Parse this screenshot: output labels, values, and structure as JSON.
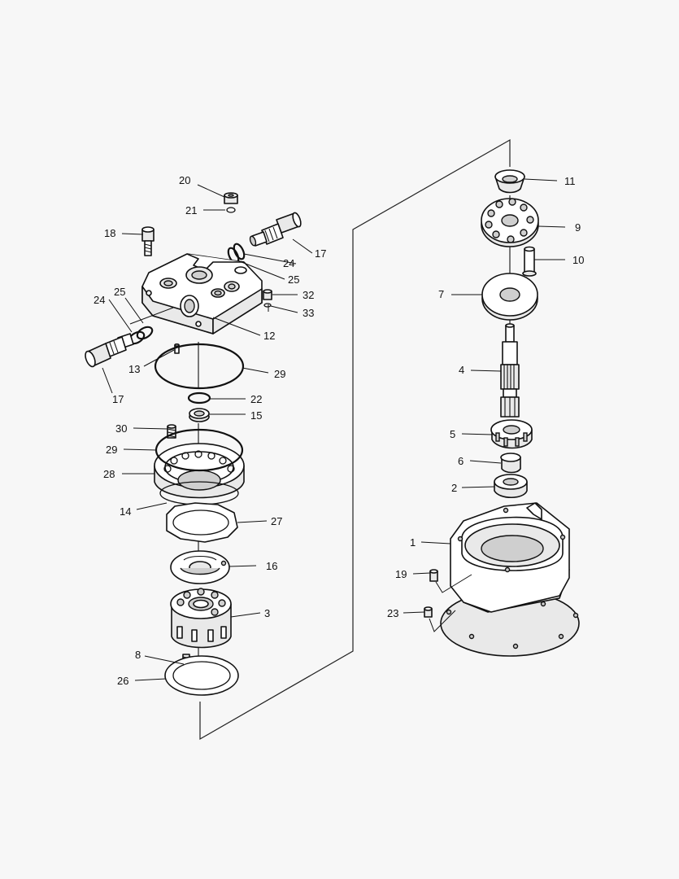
{
  "callouts": [
    {
      "id": "c20",
      "text": "20"
    },
    {
      "id": "c21",
      "text": "21"
    },
    {
      "id": "c18",
      "text": "18"
    },
    {
      "id": "c17a",
      "text": "17"
    },
    {
      "id": "c24a",
      "text": "24"
    },
    {
      "id": "c25a",
      "text": "25"
    },
    {
      "id": "c32",
      "text": "32"
    },
    {
      "id": "c33",
      "text": "33"
    },
    {
      "id": "c25b",
      "text": "25"
    },
    {
      "id": "c24b",
      "text": "24"
    },
    {
      "id": "c12",
      "text": "12"
    },
    {
      "id": "c13",
      "text": "13"
    },
    {
      "id": "c29a",
      "text": "29"
    },
    {
      "id": "c17b",
      "text": "17"
    },
    {
      "id": "c22",
      "text": "22"
    },
    {
      "id": "c15",
      "text": "15"
    },
    {
      "id": "c30",
      "text": "30"
    },
    {
      "id": "c29b",
      "text": "29"
    },
    {
      "id": "c28",
      "text": "28"
    },
    {
      "id": "c14",
      "text": "14"
    },
    {
      "id": "c27",
      "text": "27"
    },
    {
      "id": "c16",
      "text": "16"
    },
    {
      "id": "c3",
      "text": "3"
    },
    {
      "id": "c8",
      "text": "8"
    },
    {
      "id": "c26",
      "text": "26"
    },
    {
      "id": "c11",
      "text": "11"
    },
    {
      "id": "c9",
      "text": "9"
    },
    {
      "id": "c10",
      "text": "10"
    },
    {
      "id": "c7",
      "text": "7"
    },
    {
      "id": "c4",
      "text": "4"
    },
    {
      "id": "c5",
      "text": "5"
    },
    {
      "id": "c6",
      "text": "6"
    },
    {
      "id": "c2",
      "text": "2"
    },
    {
      "id": "c1",
      "text": "1"
    },
    {
      "id": "c19",
      "text": "19"
    },
    {
      "id": "c23",
      "text": "23"
    }
  ]
}
